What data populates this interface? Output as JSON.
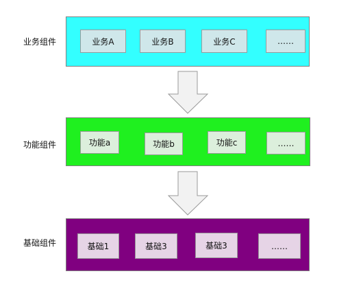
{
  "layers": [
    {
      "id": "business",
      "label": "业务组件",
      "band_color": "#33ffff",
      "box_color": "#cfe7ea",
      "items": [
        "业务A",
        "业务B",
        "业务C",
        "……"
      ]
    },
    {
      "id": "function",
      "label": "功能组件",
      "band_color": "#1ff01f",
      "box_color": "#dcefdc",
      "items": [
        "功能a",
        "功能b",
        "功能c",
        "……"
      ]
    },
    {
      "id": "base",
      "label": "基础组件",
      "band_color": "#800080",
      "box_color": "#e6d4e6",
      "items": [
        "基础1",
        "基础3",
        "基础3",
        "……"
      ]
    }
  ],
  "arrow_color": "#f2f2f2"
}
